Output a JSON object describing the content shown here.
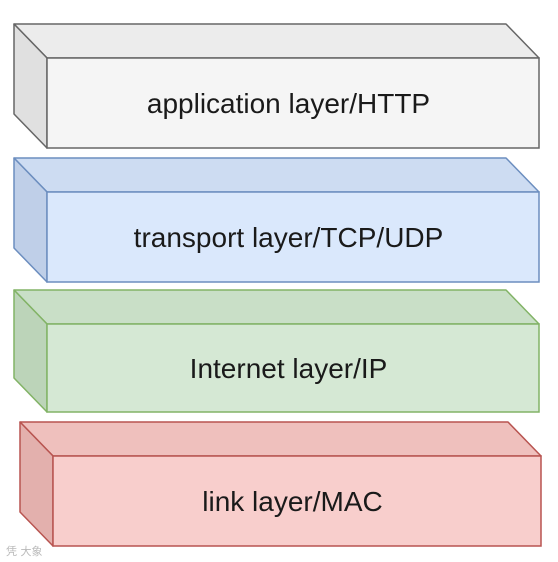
{
  "layers": [
    {
      "label": "application layer/HTTP",
      "colors": {
        "front": "#f5f5f5",
        "top": "#ececec",
        "side": "#e0e0e0",
        "stroke": "#666666"
      }
    },
    {
      "label": "transport layer/TCP/UDP",
      "colors": {
        "front": "#dae8fc",
        "top": "#cddcf2",
        "side": "#bfcfe8",
        "stroke": "#6c8ebf"
      }
    },
    {
      "label": "Internet layer/IP",
      "colors": {
        "front": "#d5e8d4",
        "top": "#c9dfc7",
        "side": "#bcd4b9",
        "stroke": "#82b366"
      }
    },
    {
      "label": "link layer/MAC",
      "colors": {
        "front": "#f8cecc",
        "top": "#efc0bd",
        "side": "#e3b0ad",
        "stroke": "#b85450"
      }
    }
  ],
  "watermark": {
    "text": "凭 大象"
  }
}
